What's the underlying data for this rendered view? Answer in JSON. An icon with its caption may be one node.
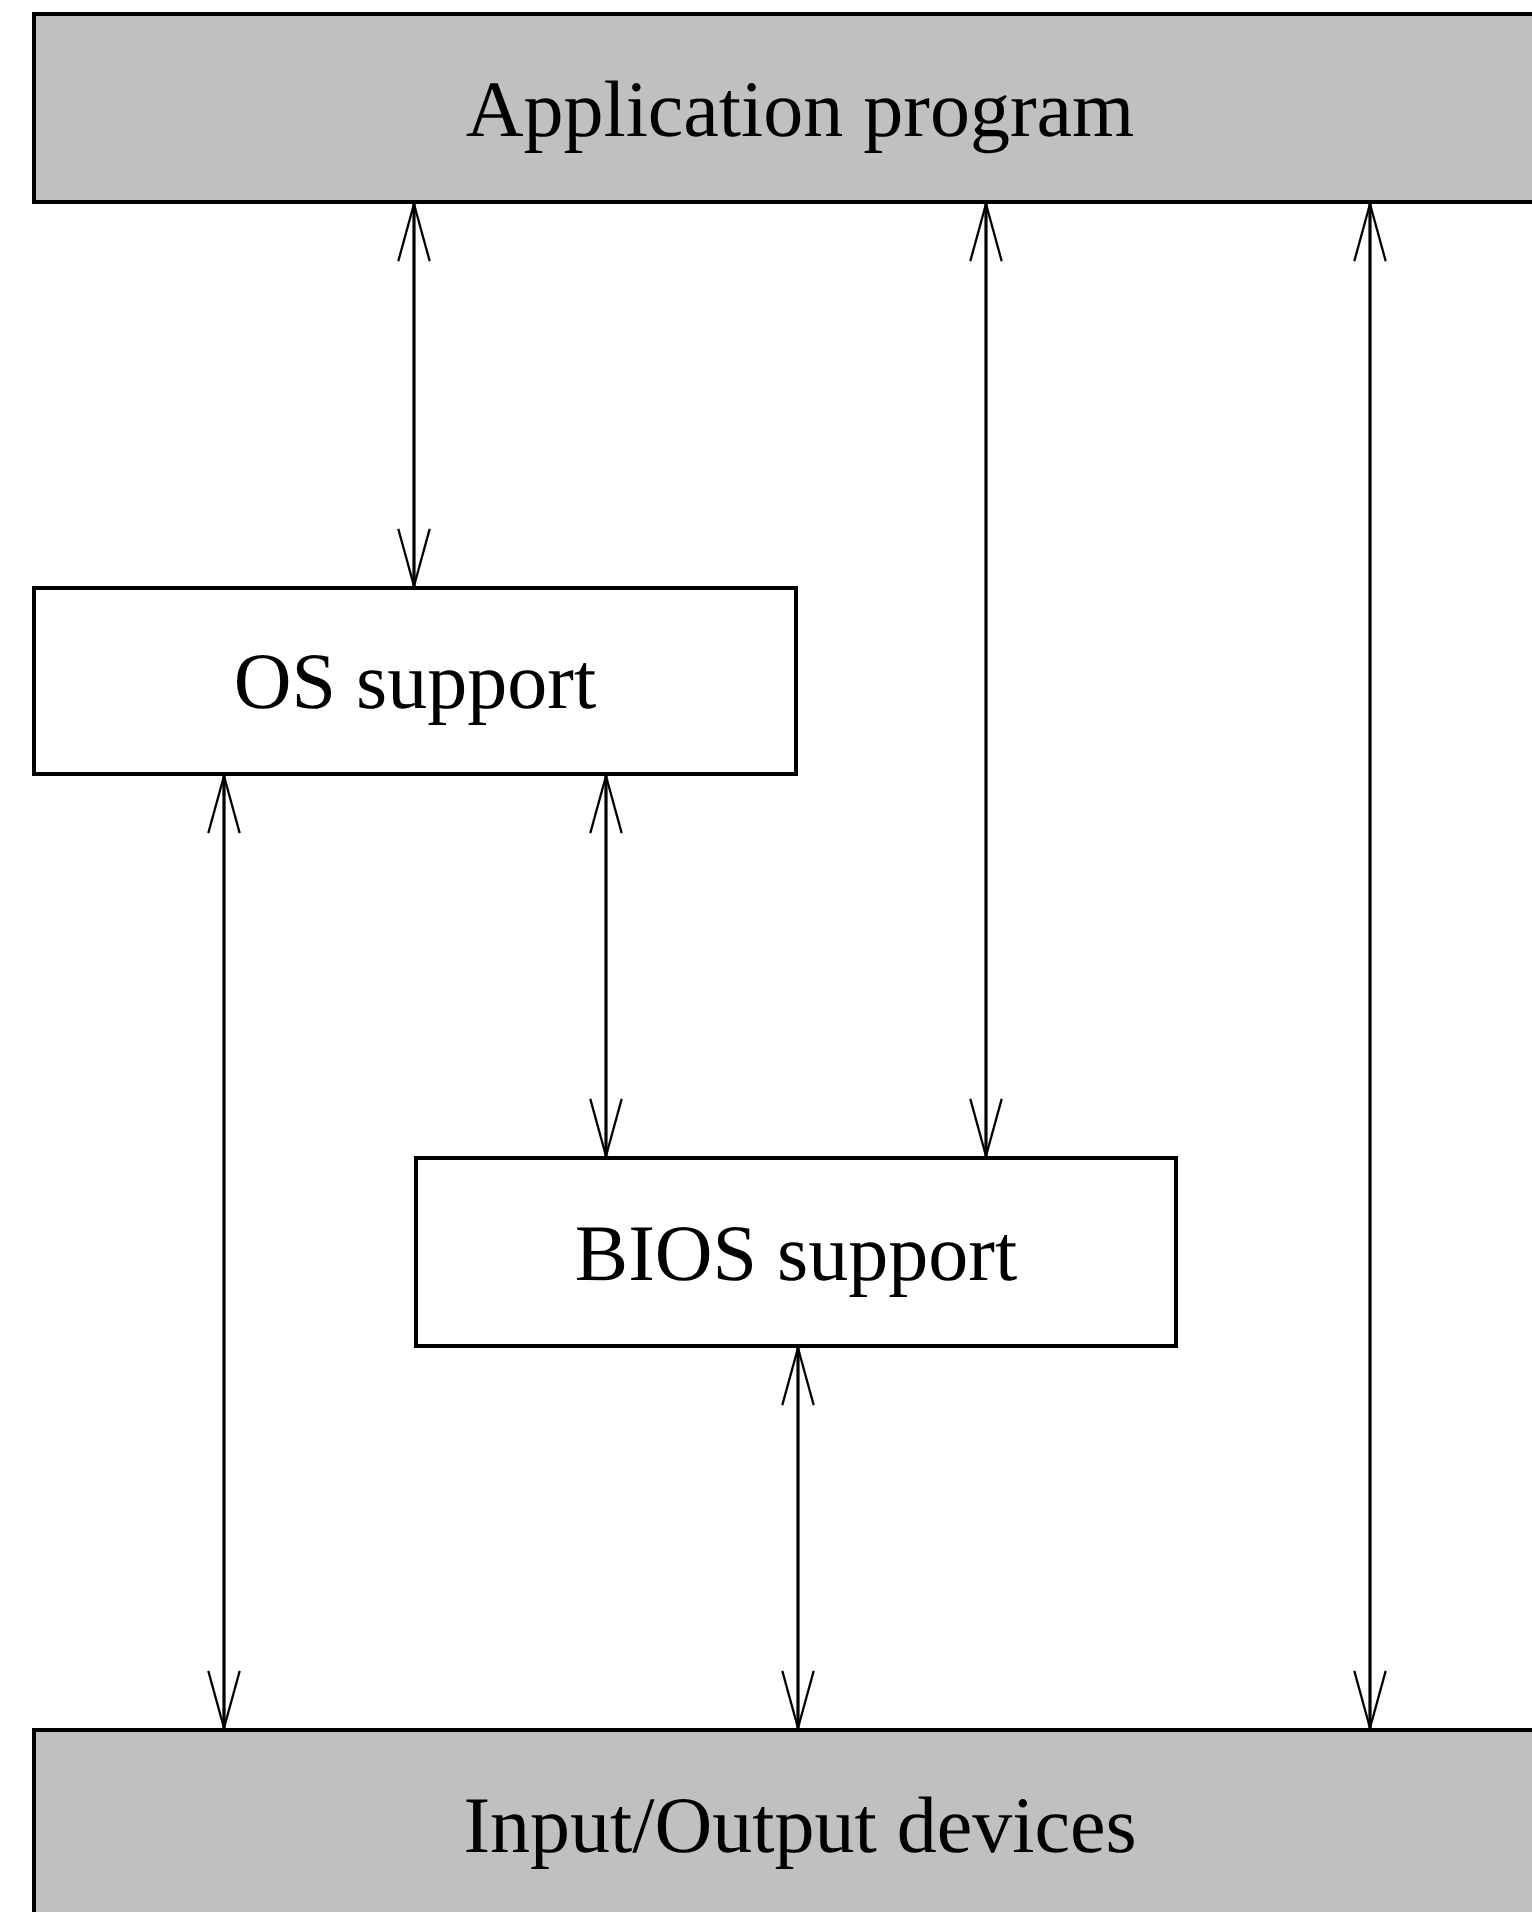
{
  "diagram": {
    "nodes": [
      {
        "text": [
          "Application program"
        ]
      },
      {
        "text": [
          "OS support"
        ]
      },
      {
        "text": [
          "BIOS support"
        ]
      },
      {
        "text": [
          "Input/Output devices"
        ]
      }
    ],
    "edges": [
      {
        "from": 0,
        "to": 1,
        "arrow": "both"
      },
      {
        "from": 0,
        "to": 2,
        "arrow": "both"
      },
      {
        "from": 0,
        "to": 3,
        "arrow": "both"
      },
      {
        "from": 1,
        "to": 3,
        "arrow": "both"
      },
      {
        "from": 1,
        "to": 2,
        "arrow": "both"
      },
      {
        "from": 2,
        "to": 3,
        "arrow": "both"
      }
    ]
  }
}
